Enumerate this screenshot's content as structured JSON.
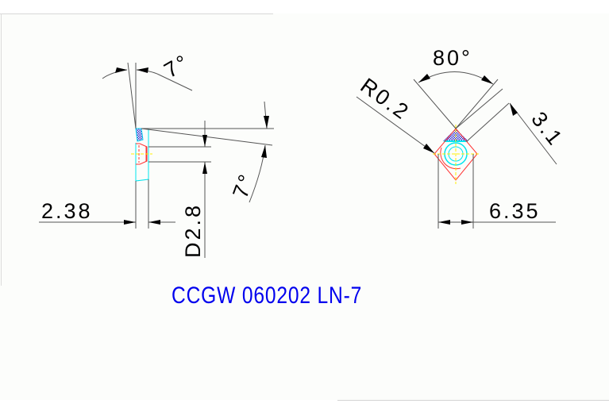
{
  "drawing": {
    "title": "CCGW 060202 LN-7",
    "colors": {
      "background": "#fcfdfb",
      "title": "#0000ee",
      "outline": "#000000",
      "insert_edge": "#ff3333",
      "hole": "#00e5ee",
      "centerline": "#ffee00",
      "hatch": "#3333cc"
    },
    "side_view": {
      "clearance_angle_top": "7°",
      "clearance_angle_right": "7°",
      "thickness": "2.38",
      "hole_diameter": "D2.8"
    },
    "top_view": {
      "included_angle": "80°",
      "corner_radius": "R0.2",
      "edge_length": "3.1",
      "inscribed_circle": "6.35"
    }
  }
}
